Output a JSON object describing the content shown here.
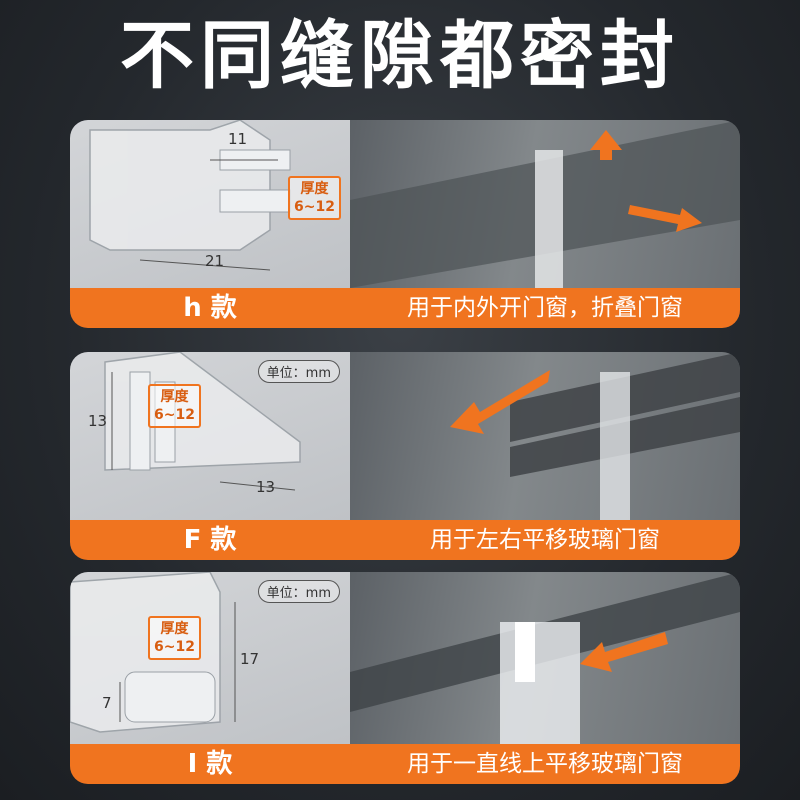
{
  "headline": "不同缝隙都密封",
  "cards": [
    {
      "type_label": "h 款",
      "description": "用于内外开门窗，折叠门窗",
      "dims": [
        "11",
        "21"
      ],
      "thickness_label": "厚度",
      "thickness_range": "6~12"
    },
    {
      "type_label": "F 款",
      "description": "用于左右平移玻璃门窗",
      "unit": "单位：mm",
      "dims": [
        "13",
        "13"
      ],
      "thickness_label": "厚度",
      "thickness_range": "6~12"
    },
    {
      "type_label": "I 款",
      "description": "用于一直线上平移玻璃门窗",
      "unit": "单位：mm",
      "dims": [
        "17",
        "7"
      ],
      "thickness_label": "厚度",
      "thickness_range": "6~12"
    }
  ],
  "colors": {
    "accent": "#f0741f",
    "background": "#24282d"
  }
}
